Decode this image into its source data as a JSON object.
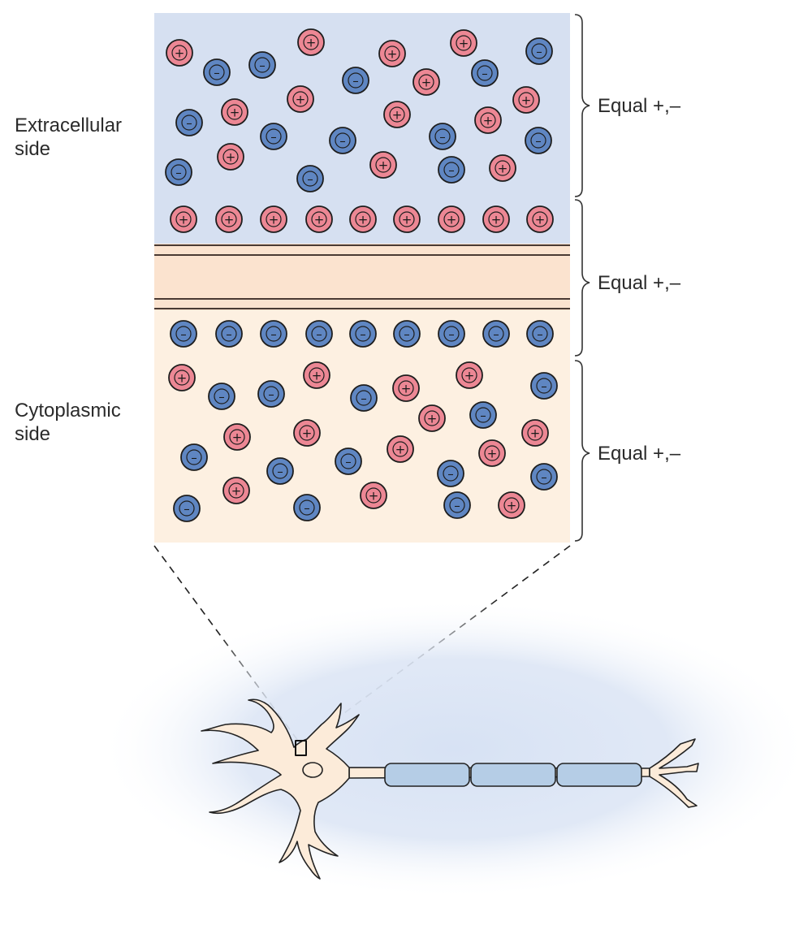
{
  "labels": {
    "extracellular": "Extracellular\nside",
    "cytoplasmic": "Cytoplasmic\nside",
    "equal_top": "Equal +,–",
    "equal_membrane": "Equal +,–",
    "equal_bottom": "Equal +,–"
  },
  "ion_signs": {
    "positive": "+",
    "negative": "–"
  },
  "ion_counts": {
    "extracellular_bulk": {
      "positive": 13,
      "negative": 14
    },
    "outer_membrane_layer": {
      "positive": 9
    },
    "inner_membrane_layer": {
      "negative": 9
    },
    "cytoplasmic_bulk": {
      "positive": 14,
      "negative": 14
    }
  },
  "colors": {
    "extracellular_fill": "#d6e0f1",
    "cytoplasm_fill": "#fdf0e1",
    "membrane_fill": "#fbe3cf",
    "membrane_line": "#4a3a33",
    "positive_ion": "#ec8794",
    "negative_ion": "#5f86c2",
    "ion_outline": "#1e1e1e",
    "myelin_fill": "#b5cde6",
    "neuron_fill": "#fcebd9",
    "halo": "#d7e2f4"
  }
}
